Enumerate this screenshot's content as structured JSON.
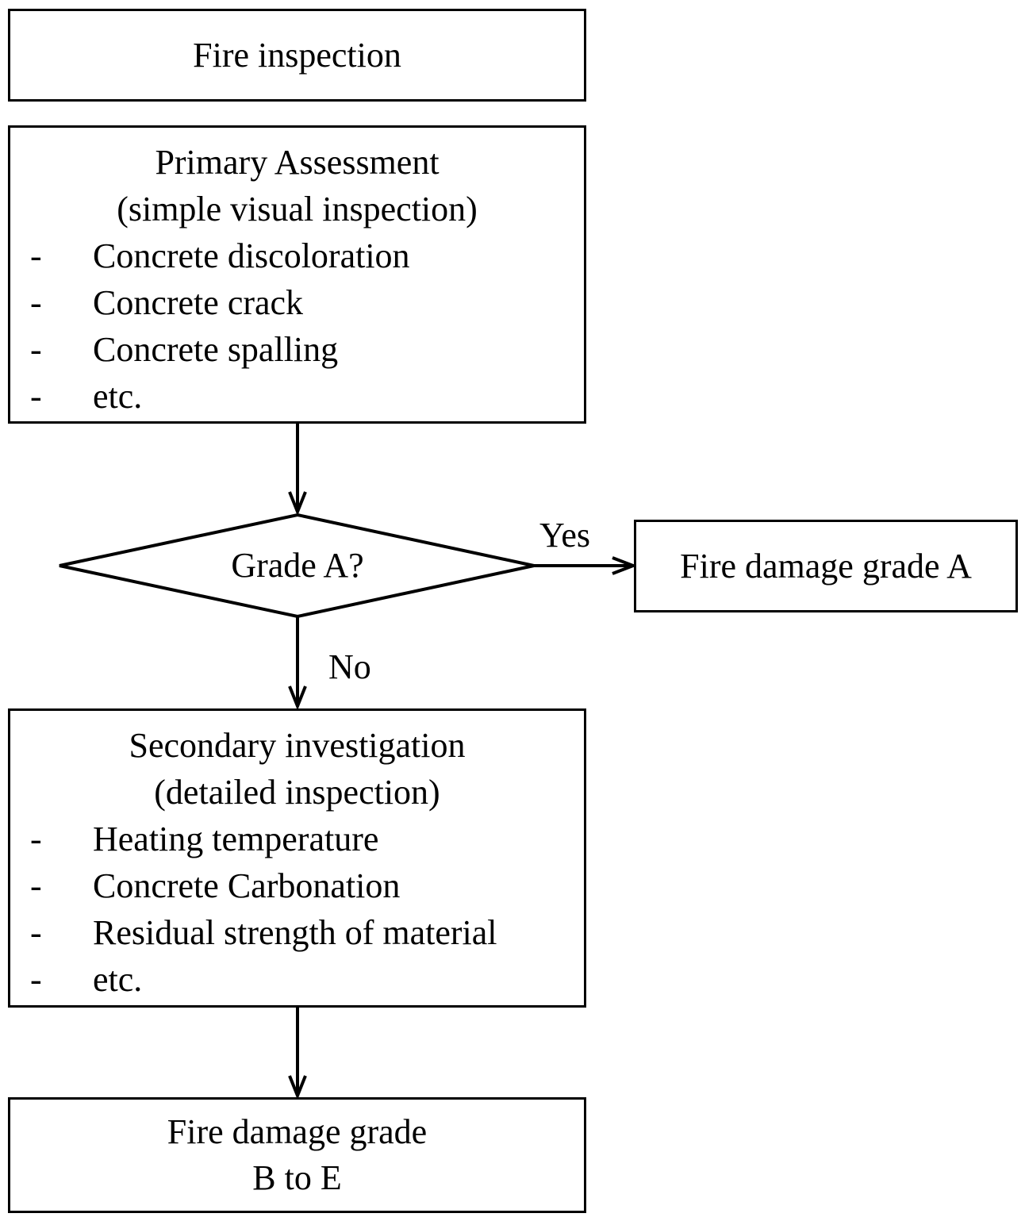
{
  "nodes": {
    "fire_inspection": {
      "label": "Fire inspection"
    },
    "primary_assessment": {
      "title": "Primary Assessment",
      "subtitle": "(simple visual inspection)",
      "items": [
        {
          "bullet": "-",
          "text": "Concrete discoloration"
        },
        {
          "bullet": "-",
          "text": "Concrete crack"
        },
        {
          "bullet": "-",
          "text": "Concrete spalling"
        },
        {
          "bullet": "-",
          "text": "etc."
        }
      ]
    },
    "decision_grade_a": {
      "label": "Grade A?"
    },
    "grade_a_result": {
      "label": "Fire damage grade A"
    },
    "secondary_investigation": {
      "title": "Secondary investigation",
      "subtitle": "(detailed inspection)",
      "items": [
        {
          "bullet": "-",
          "text": "Heating temperature"
        },
        {
          "bullet": "-",
          "text": "Concrete Carbonation"
        },
        {
          "bullet": "-",
          "text": "Residual strength of material"
        },
        {
          "bullet": "-",
          "text": "etc."
        }
      ]
    },
    "grade_b_to_e_result": {
      "line1": "Fire damage grade",
      "line2": "B to E"
    }
  },
  "edges": {
    "yes_label": "Yes",
    "no_label": "No"
  }
}
